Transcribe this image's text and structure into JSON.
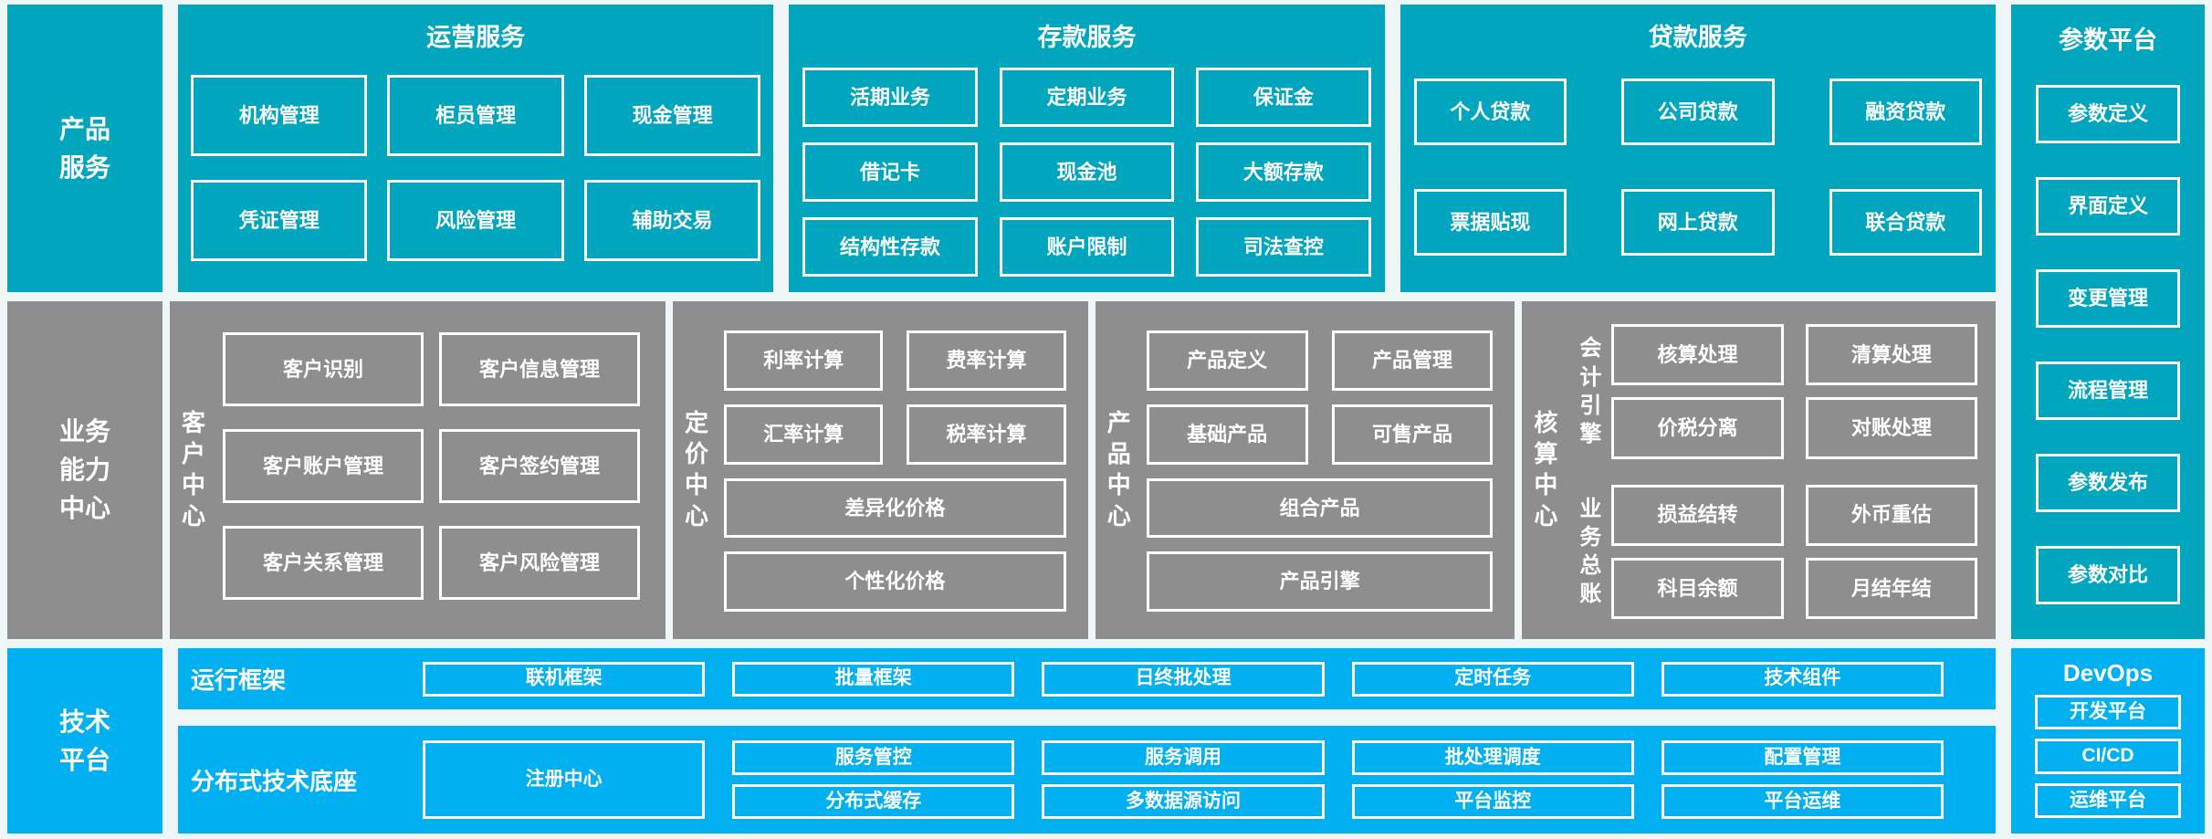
{
  "colors": {
    "teal": "#00a5be",
    "gray": "#8e8e8e",
    "blue": "#00b0f0",
    "background": "#eef6f8",
    "text": "#ffffff"
  },
  "product_services": {
    "row_label": "产品\n服务",
    "sections": [
      {
        "title": "运营服务",
        "items": [
          "机构管理",
          "柜员管理",
          "现金管理",
          "凭证管理",
          "风险管理",
          "辅助交易"
        ]
      },
      {
        "title": "存款服务",
        "items": [
          "活期业务",
          "定期业务",
          "保证金",
          "借记卡",
          "现金池",
          "大额存款",
          "结构性存款",
          "账户限制",
          "司法查控"
        ]
      },
      {
        "title": "贷款服务",
        "items": [
          "个人贷款",
          "公司贷款",
          "融资贷款",
          "票据贴现",
          "网上贷款",
          "联合贷款"
        ]
      }
    ]
  },
  "parameter_platform": {
    "title": "参数平台",
    "items": [
      "参数定义",
      "界面定义",
      "变更管理",
      "流程管理",
      "参数发布",
      "参数对比"
    ]
  },
  "business_center": {
    "row_label": "业务\n能力\n中心",
    "customer_center": {
      "label": "客户中心",
      "items": [
        "客户识别",
        "客户信息管理",
        "客户账户管理",
        "客户签约管理",
        "客户关系管理",
        "客户风险管理"
      ]
    },
    "pricing_center": {
      "label": "定价中心",
      "items": [
        "利率计算",
        "费率计算",
        "汇率计算",
        "税率计算",
        "差异化价格",
        "个性化价格"
      ]
    },
    "product_center": {
      "label": "产品中心",
      "items": [
        "产品定义",
        "产品管理",
        "基础产品",
        "可售产品",
        "组合产品",
        "产品引擎"
      ]
    },
    "accounting_center": {
      "label": "核算中心",
      "groups": [
        {
          "label": "会计引擎",
          "items": [
            "核算处理",
            "清算处理",
            "价税分离",
            "对账处理"
          ]
        },
        {
          "label": "业务总账",
          "items": [
            "损益结转",
            "外币重估",
            "科目余额",
            "月结年结"
          ]
        }
      ]
    }
  },
  "tech_platform": {
    "row_label": "技术\n平台",
    "runtime": {
      "label": "运行框架",
      "items": [
        "联机框架",
        "批量框架",
        "日终批处理",
        "定时任务",
        "技术组件"
      ]
    },
    "distributed": {
      "label": "分布式技术底座",
      "tall_item": "注册中心",
      "grid_items": [
        "服务管控",
        "服务调用",
        "批处理调度",
        "配置管理",
        "分布式缓存",
        "多数据源访问",
        "平台监控",
        "平台运维"
      ]
    },
    "devops": {
      "title": "DevOps",
      "items": [
        "开发平台",
        "CI/CD",
        "运维平台"
      ]
    }
  }
}
